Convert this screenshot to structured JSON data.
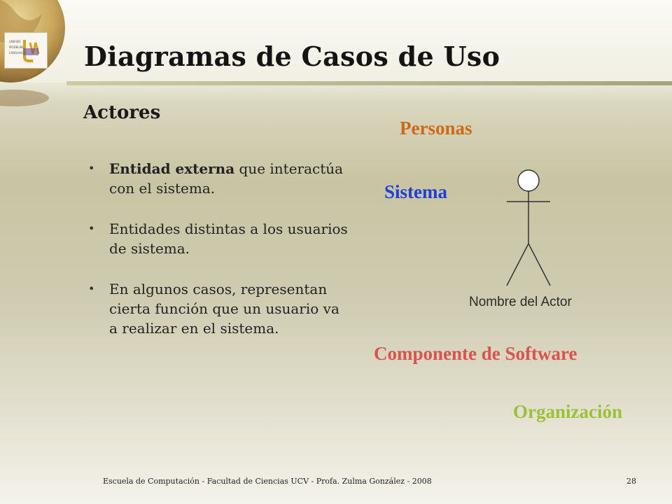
{
  "slide": {
    "title": "Diagramas de Casos de Uso",
    "subtitle": "Actores",
    "bullets": [
      {
        "bold": "Entidad externa",
        "text": " que interactúa con el sistema."
      },
      {
        "bold": "",
        "text": "Entidades distintas a los usuarios de sistema."
      },
      {
        "bold": "",
        "text": "En algunos casos, representan cierta función que un usuario va a realizar en el sistema."
      }
    ],
    "bullet_symbol": "•",
    "actor_types": {
      "personas": "Personas",
      "sistema": "Sistema",
      "componente": "Componente de Software",
      "organizacion": "Organización"
    },
    "actor_caption": "Nombre del Actor",
    "footer": "Escuela de Computación - Facultad de Ciencias UCV - Profa. Zulma González - 2008",
    "page_number": "28"
  },
  "colors": {
    "personas": "#cc6a18",
    "sistema": "#1f3fd6",
    "componente": "#d9534f",
    "organizacion": "#9cc03a"
  },
  "logo": {
    "icon": "uml-logo-icon",
    "caption": "UNIFIED MODELING LANGUAGE"
  }
}
